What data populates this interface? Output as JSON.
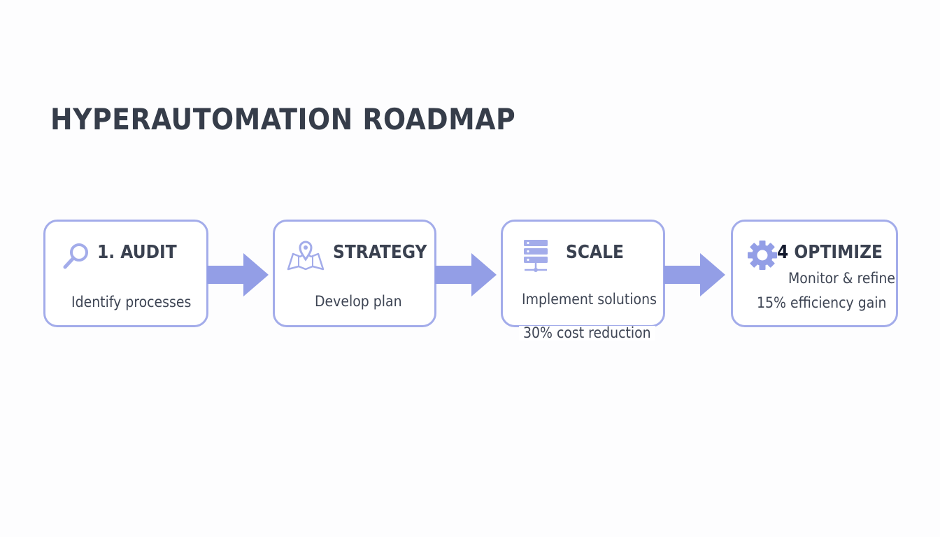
{
  "title": "HYPERAUTOMATION ROADMAP",
  "colors": {
    "accent": "#a3acea",
    "arrow": "#939ee6",
    "text": "#3a4150"
  },
  "steps": [
    {
      "icon": "magnifier-icon",
      "label": "1. AUDIT",
      "desc": "Identify processes"
    },
    {
      "icon": "map-pin-icon",
      "label": "STRATEGY",
      "desc": "Develop plan"
    },
    {
      "icon": "server-icon",
      "label": "SCALE",
      "desc": "Implement solutions",
      "metric": "30% cost reduction"
    },
    {
      "icon": "gear-icon",
      "label_num": "4",
      "label": " OPTIMIZE",
      "desc": "Monitor & refine",
      "metric": "15% efficiency gain"
    }
  ]
}
